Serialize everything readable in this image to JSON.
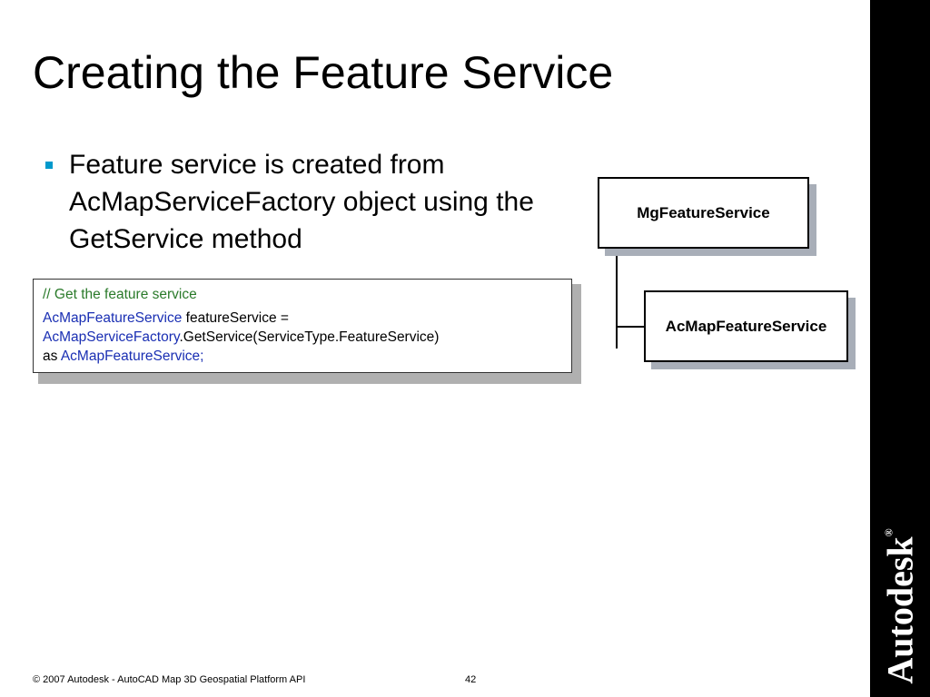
{
  "slide": {
    "title": "Creating the Feature Service",
    "bullet": "Feature service is created from AcMapServiceFactory object using the GetService method",
    "code": {
      "comment": "// Get the feature service",
      "line1_type": "AcMapFeatureService",
      "line1_rest": " featureService =",
      "line2_type": "AcMapServiceFactory",
      "line2_rest": ".GetService(ServiceType.FeatureService)",
      "line3_kw": "as ",
      "line3_type": "AcMapFeatureService",
      "line3_end": ";"
    },
    "diagram": {
      "parent": "MgFeatureService",
      "child": "AcMapFeatureService"
    },
    "footer": "© 2007 Autodesk - AutoCAD Map 3D Geospatial Platform API",
    "page_number": "42",
    "logo": "Autodesk",
    "logo_mark": "®"
  },
  "colors": {
    "bullet": "#0099cc",
    "code_type": "#1a2fb3",
    "code_comment": "#2a7a2a",
    "band": "#000000"
  }
}
